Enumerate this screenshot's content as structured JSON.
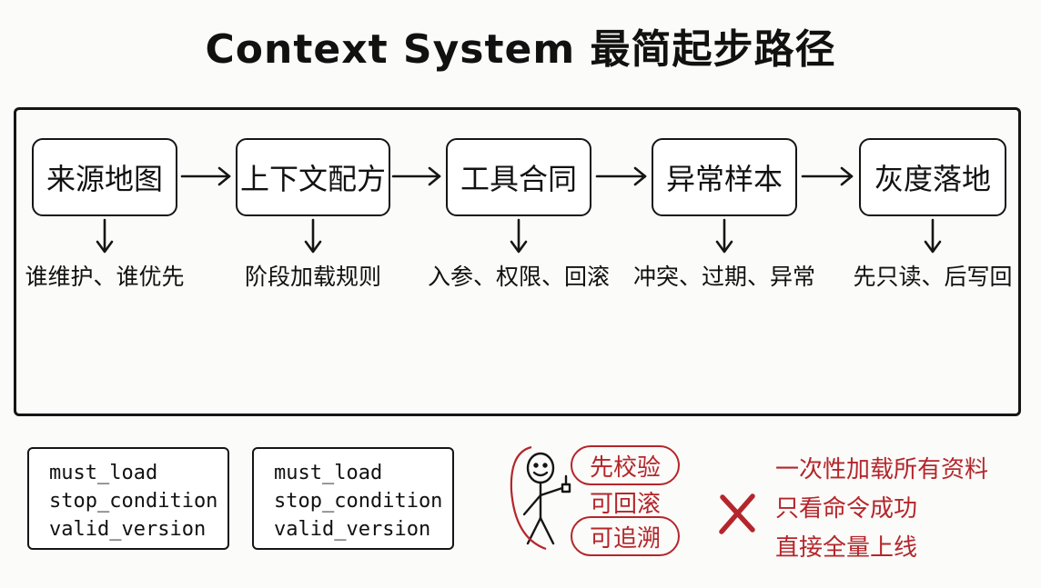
{
  "title": "Context System 最简起步路径",
  "steps": [
    {
      "label": "来源地图",
      "note": "谁维护、谁优先"
    },
    {
      "label": "上下文配方",
      "note": "阶段加载规则"
    },
    {
      "label": "工具合同",
      "note": "入参、权限、回滚"
    },
    {
      "label": "异常样本",
      "note": "冲突、过期、异常"
    },
    {
      "label": "灰度落地",
      "note": "先只读、后写回"
    }
  ],
  "checklists": [
    {
      "lines": [
        "must_load",
        "stop_condition",
        "valid_version"
      ]
    },
    {
      "lines": [
        "must_load",
        "stop_condition",
        "valid_version"
      ]
    }
  ],
  "principles": [
    "先校验",
    "可回滚",
    "可追溯"
  ],
  "mistakes": [
    "一次性加载所有资料",
    "只看命令成功",
    "直接全量上线"
  ],
  "colors": {
    "ink": "#151515",
    "accent_red": "#b4262b",
    "background": "#fbfbf9"
  },
  "icons": {
    "figure": "stick-figure-thumbs-up-icon",
    "mistake_marker": "red-cross-icon"
  }
}
